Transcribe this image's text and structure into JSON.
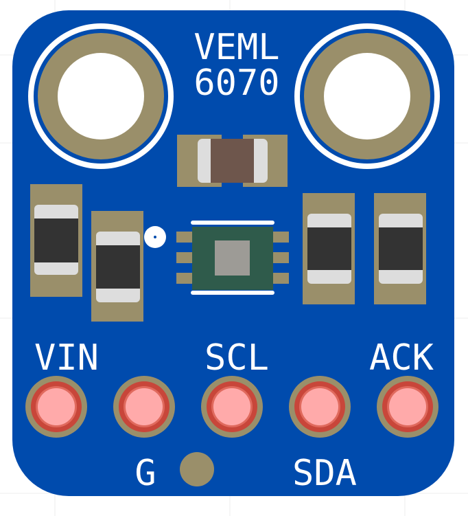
{
  "board": {
    "title_line1": "VEML",
    "title_line2": "6070",
    "colors": {
      "board": "#004bad",
      "pad": "#9a8f6a",
      "hole": "#ffffff",
      "chip": "#2f5b4b",
      "copper_ring": "#c8463a",
      "pin_center": "#ffaaaa"
    },
    "top_labels": [
      "VIN",
      "SCL",
      "ACK"
    ],
    "bottom_labels": [
      "G",
      "SDA"
    ]
  }
}
